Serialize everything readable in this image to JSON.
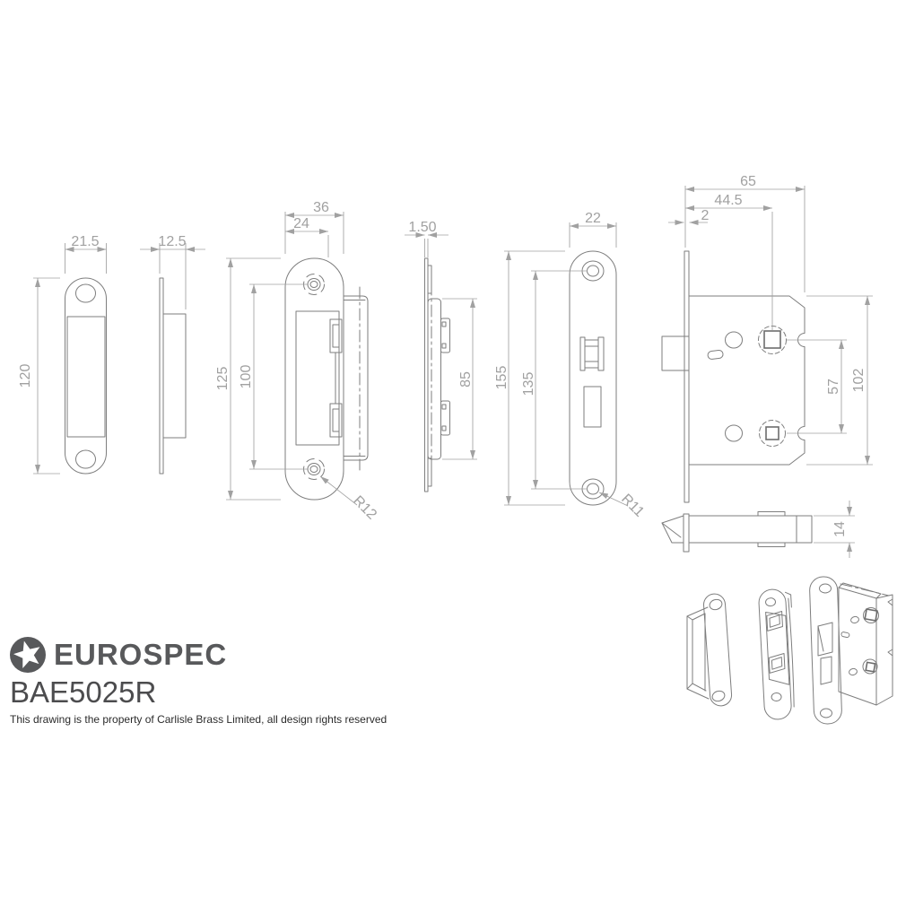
{
  "colors": {
    "background": "#ffffff",
    "outline": "#7e7e7e",
    "dimension": "#a1a1a1",
    "logo": "#58595b",
    "part_number_text": "#4c4c4e",
    "disclaimer_text": "#2b2b2b"
  },
  "drawing": {
    "strike_front": {
      "width": "21.5",
      "height": "120"
    },
    "strike_side": {
      "thickness": "12.5"
    },
    "receiver_front": {
      "outer_width": "36",
      "inner_width": "24",
      "height": "125",
      "hole_spacing": "100",
      "radius": "R12"
    },
    "receiver_side": {
      "thickness": "1.50",
      "box_height": "85"
    },
    "forend_front": {
      "width": "22",
      "height": "155",
      "hole_spacing": "135",
      "radius": "R11"
    },
    "lock_case": {
      "depth": "65",
      "backset": "44.5",
      "faceplate_thickness": "2",
      "follower_spacing": "57",
      "height": "102"
    },
    "latch_bolt": {
      "height": "14"
    }
  },
  "title_block": {
    "brand": "EUROSPEC",
    "part_number": "BAE5025R",
    "disclaimer": "This drawing is the property of Carlisle Brass Limited, all design rights reserved"
  }
}
